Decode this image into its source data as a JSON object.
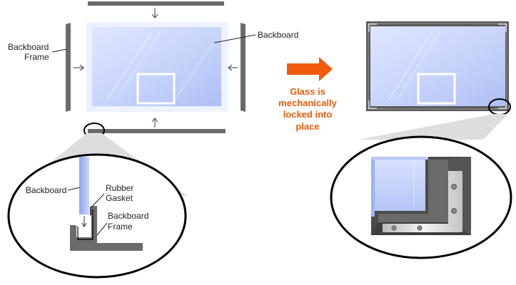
{
  "labels": {
    "backboard_top": "Backboard",
    "frame_line1": "Backboard",
    "frame_line2": "Frame",
    "detail_backboard": "Backboard",
    "gasket_line1": "Rubber",
    "gasket_line2": "Gasket",
    "detail_frame_line1": "Backboard",
    "detail_frame_line2": "Frame"
  },
  "caption": {
    "line1": "Glass is",
    "line2": "mechanically",
    "line3": "locked into",
    "line4": "place"
  },
  "colors": {
    "frame": "#6b6b6b",
    "glass_light": "#eef2ff",
    "glass_mid": "#c9d5fb",
    "glass_dark": "#aebff5",
    "accent_arrow": "#f05a0a",
    "outline": "#000000"
  },
  "icons": {
    "move_arrows": "arrow-icon",
    "process_arrow": "right-arrow-icon"
  }
}
